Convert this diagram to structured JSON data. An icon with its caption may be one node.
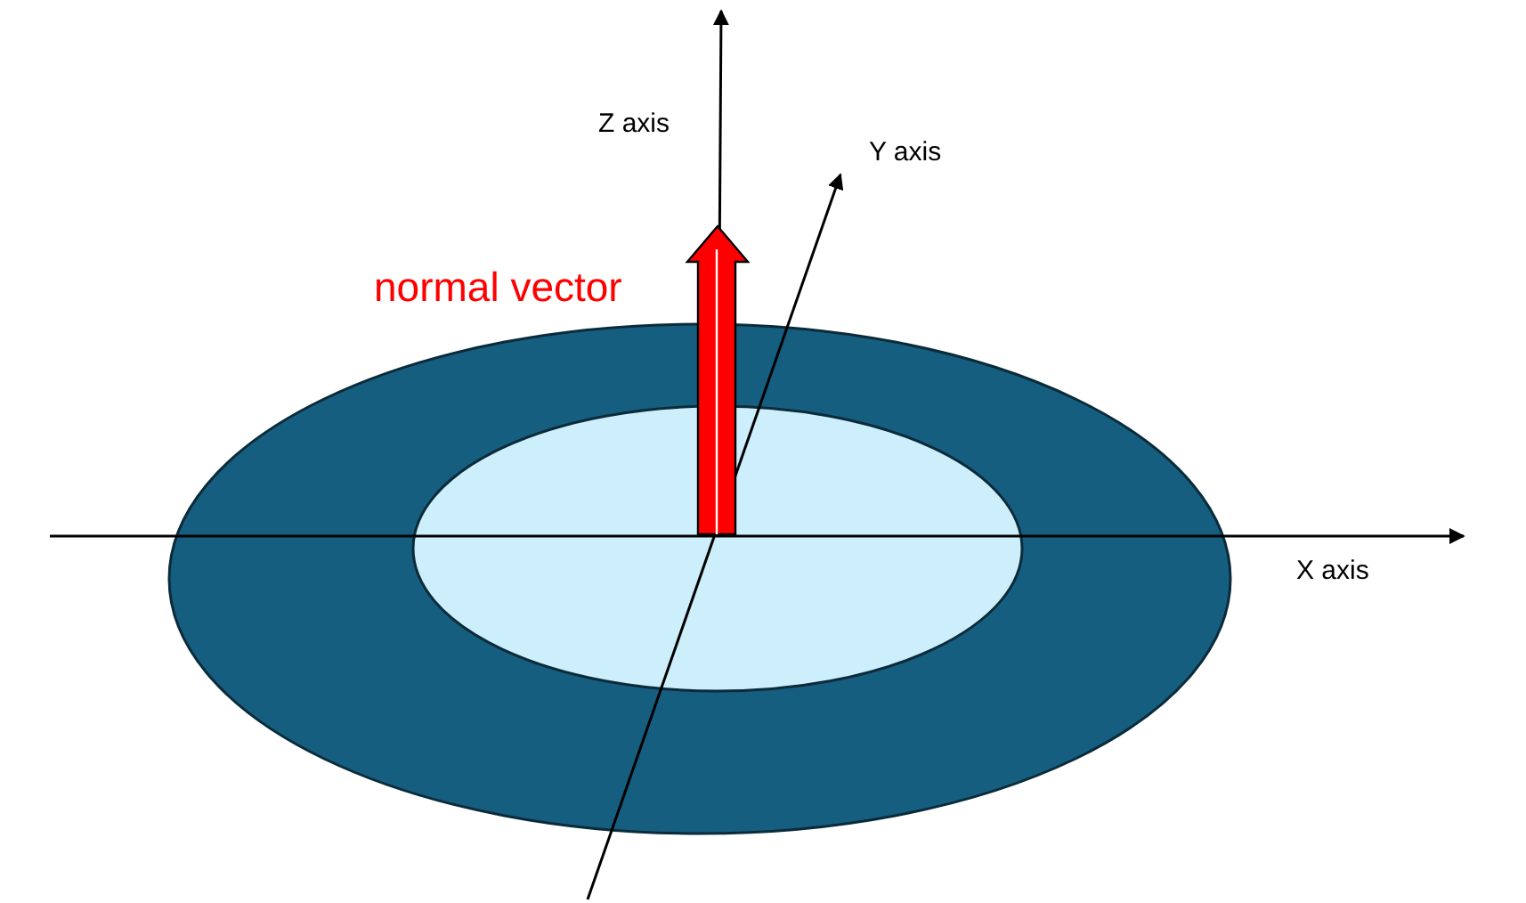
{
  "diagram": {
    "labels": [
      "Z axis",
      "Y axis",
      "normal vector",
      "X axis"
    ]
  }
}
